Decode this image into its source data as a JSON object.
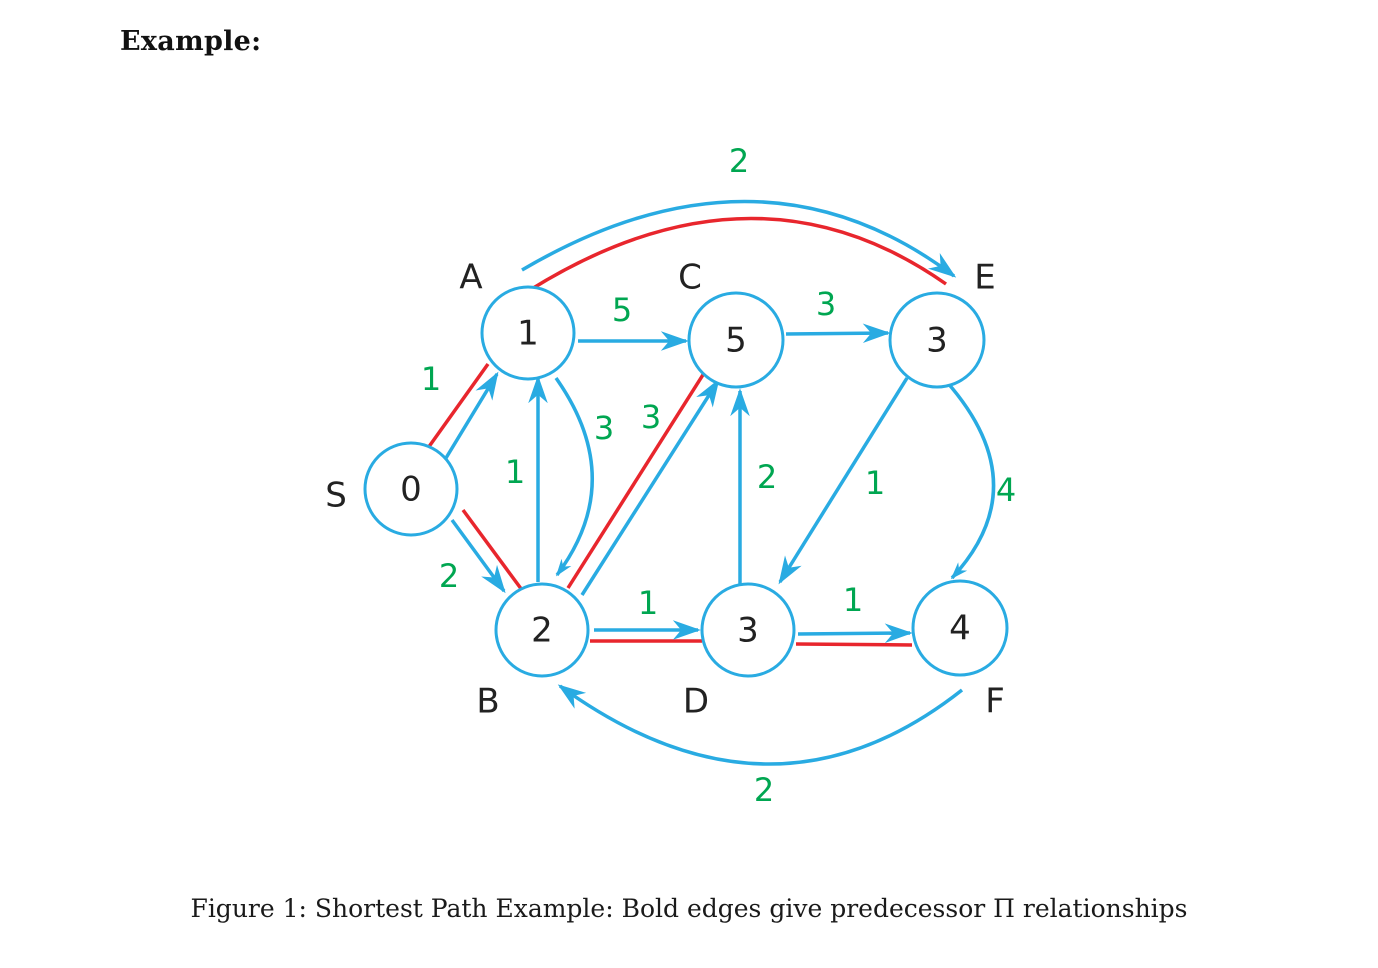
{
  "heading": "Example:",
  "caption": "Figure 1: Shortest Path Example: Bold edges give predecessor Π relationships",
  "colors": {
    "edge": "#29abe2",
    "predecessor": "#e8262d",
    "weight": "#00a651",
    "text": "#222222"
  },
  "nodes": [
    {
      "id": "S",
      "name": "S",
      "value": "0"
    },
    {
      "id": "A",
      "name": "A",
      "value": "1"
    },
    {
      "id": "B",
      "name": "B",
      "value": "2"
    },
    {
      "id": "C",
      "name": "C",
      "value": "5"
    },
    {
      "id": "D",
      "name": "D",
      "value": "3"
    },
    {
      "id": "E",
      "name": "E",
      "value": "3"
    },
    {
      "id": "F",
      "name": "F",
      "value": "4"
    }
  ],
  "edges": [
    {
      "from": "S",
      "to": "A",
      "weight": "1",
      "predecessor": true
    },
    {
      "from": "S",
      "to": "B",
      "weight": "2",
      "predecessor": true
    },
    {
      "from": "A",
      "to": "C",
      "weight": "5",
      "predecessor": false
    },
    {
      "from": "A",
      "to": "E",
      "weight": "2",
      "predecessor": true
    },
    {
      "from": "A",
      "to": "B",
      "weight": "3",
      "predecessor": false
    },
    {
      "from": "B",
      "to": "A",
      "weight": "1",
      "predecessor": false
    },
    {
      "from": "B",
      "to": "C",
      "weight": "3",
      "predecessor": true
    },
    {
      "from": "B",
      "to": "D",
      "weight": "1",
      "predecessor": true
    },
    {
      "from": "C",
      "to": "E",
      "weight": "3",
      "predecessor": false
    },
    {
      "from": "D",
      "to": "C",
      "weight": "2",
      "predecessor": false
    },
    {
      "from": "D",
      "to": "F",
      "weight": "1",
      "predecessor": true
    },
    {
      "from": "E",
      "to": "D",
      "weight": "1",
      "predecessor": false
    },
    {
      "from": "E",
      "to": "F",
      "weight": "4",
      "predecessor": false
    },
    {
      "from": "F",
      "to": "B",
      "weight": "2",
      "predecessor": false
    }
  ]
}
